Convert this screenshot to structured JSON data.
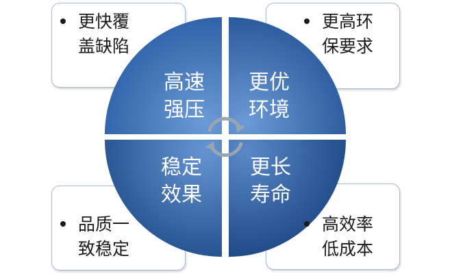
{
  "colors": {
    "quadrant_light": "#5f8fcf",
    "quadrant_dark": "#234f8f",
    "card_border": "#a9b9cf",
    "text": "#1a1a1a",
    "label": "#ffffff"
  },
  "cards": {
    "top_left": {
      "lines": [
        "更快覆",
        "盖缺陷"
      ]
    },
    "top_right": {
      "lines": [
        "更高环",
        "保要求"
      ]
    },
    "bottom_left": {
      "lines": [
        "品质一",
        "致稳定"
      ]
    },
    "bottom_right": {
      "lines": [
        "高效率",
        "低成本"
      ]
    }
  },
  "quadrants": {
    "top_left": {
      "lines": [
        "高速",
        "强压"
      ]
    },
    "top_right": {
      "lines": [
        "更优",
        "环境"
      ]
    },
    "bottom_left": {
      "lines": [
        "稳定",
        "效果"
      ]
    },
    "bottom_right": {
      "lines": [
        "更长",
        "寿命"
      ]
    }
  },
  "center_icon": "cycle-arrows-icon"
}
